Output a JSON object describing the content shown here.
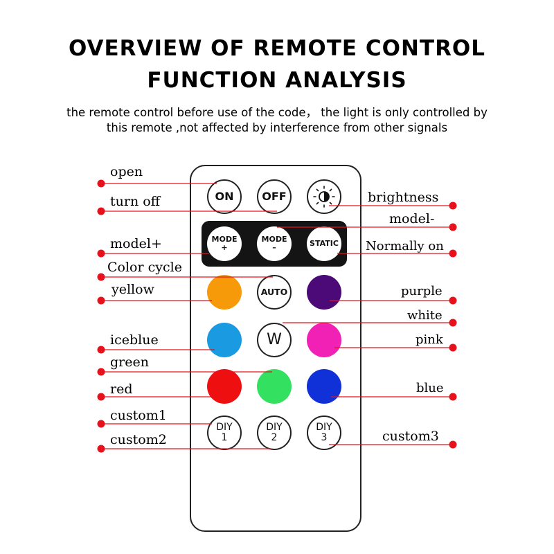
{
  "title_line1": "OVERVIEW OF REMOTE CONTROL",
  "title_line2": "FUNCTION ANALYSIS",
  "subtitle_line1": "the remote control before use of the code， the light is only controlled by",
  "subtitle_line2": "this remote ,not affected by interference from other signals",
  "buttons": {
    "on": "ON",
    "off": "OFF",
    "mode_plus": "MODE\n+",
    "mode_minus": "MODE\n–",
    "static": "STATIC",
    "auto": "AUTO",
    "w": "W",
    "diy1": "DIY\n1",
    "diy2": "DIY\n2",
    "diy3": "DIY\n3"
  },
  "button_colors": {
    "yellow": "#f79a0a",
    "purple": "#4b0a78",
    "iceblue": "#1a9ae0",
    "pink": "#f021b4",
    "red": "#ee1010",
    "green": "#33e060",
    "blue": "#1030d8"
  },
  "labels": {
    "open": "open",
    "turn_off": "turn off",
    "model_plus": "model+",
    "color_cycle": "Color cycle",
    "yellow": "yellow",
    "iceblue": "iceblue",
    "green": "green",
    "red": "red",
    "custom1": "custom1",
    "custom2": "custom2",
    "brightness": "brightness",
    "model_minus": "model-",
    "normally_on": "Normally on",
    "purple": "purple",
    "white": "white",
    "pink": "pink",
    "blue": "blue",
    "custom3": "custom3"
  },
  "icons": {
    "brightness": "brightness-icon"
  },
  "accent_color": "#e8101a"
}
